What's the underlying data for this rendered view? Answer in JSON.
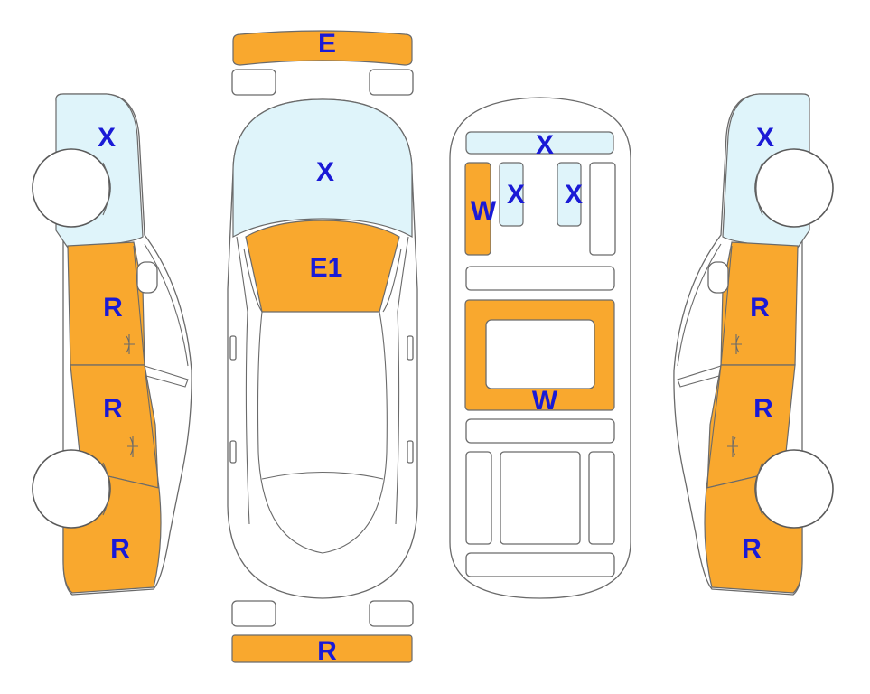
{
  "colors": {
    "damage_fill": "#f9a82e",
    "glass_fill": "#dff4fa",
    "label_color": "#1a1ad6",
    "outline": "#6a6a6a"
  },
  "labels": {
    "front_bumper": "E",
    "rear_bumper": "R",
    "windshield_top": "X",
    "hood": "E1",
    "left_roof": "X",
    "left_front_door": "R",
    "left_rear_door": "R",
    "left_rear_quarter": "R",
    "right_roof": "X",
    "right_front_door": "R",
    "right_rear_door": "R",
    "right_rear_quarter": "R",
    "interior_dash": "X",
    "interior_front_left": "X",
    "interior_front_right": "X",
    "interior_left_seat": "W",
    "interior_floor": "W"
  }
}
